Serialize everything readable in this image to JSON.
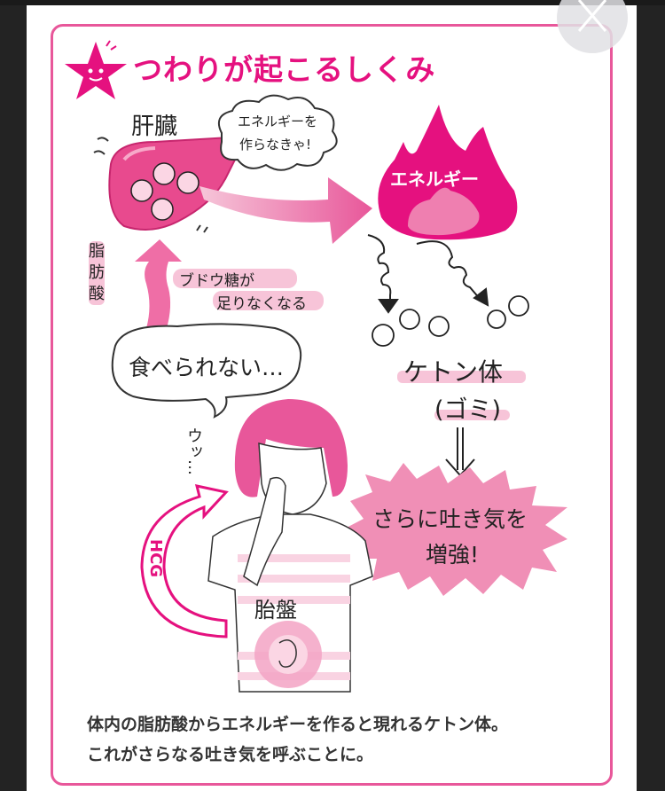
{
  "title": "つわりが起こるしくみ",
  "close_button": {
    "label": "close",
    "icon": "close-icon"
  },
  "diagram": {
    "liver_label": "肝臓",
    "thought_bubble": [
      "エネルギーを",
      "作らなきゃ!"
    ],
    "energy_label": "エネルギー",
    "fatty_acid_label": [
      "脂",
      "肪",
      "酸"
    ],
    "glucose_note": [
      "ブドウ糖が",
      "足りなくなる"
    ],
    "speech_bubble": "食べられない…",
    "ketone_label": "ケトン体",
    "garbage_label": "(ゴミ)",
    "burst_text": [
      "さらに吐き気を",
      "増強!"
    ],
    "groan": "ウッ…",
    "hcg_label": "HCG",
    "placenta_label": "胎盤"
  },
  "caption": [
    "体内の脂肪酸からエネルギーを作ると現れるケトン体。",
    "これがさらなる吐き気を呼ぶことに。"
  ],
  "colors": {
    "accent": "#e5117f",
    "pink_mid": "#e8579a",
    "pink_light": "#f3a3c4",
    "frame": "#e8579a",
    "background": "#232323"
  }
}
